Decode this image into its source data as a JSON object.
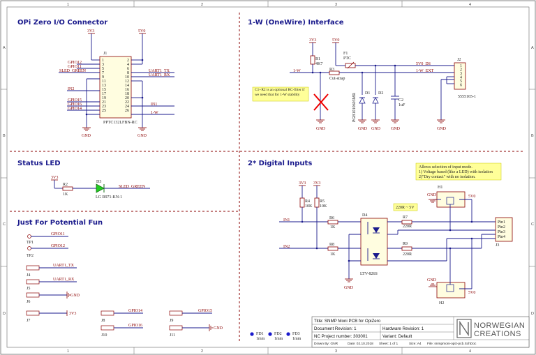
{
  "frame": {
    "cols": [
      "1",
      "2",
      "3",
      "4"
    ],
    "rows": [
      "A",
      "B",
      "C",
      "D"
    ]
  },
  "sections": {
    "opi_title": "OPi Zero I/O Connector",
    "onewire_title": "1-W (OneWire) Interface",
    "status_title": "Status LED",
    "digital_title": "2* Digital Inputs",
    "fun_title": "Just For Potential Fun"
  },
  "opi": {
    "pwr_3v3": "3V3",
    "pwr_5v0": "5V0",
    "ref": "J1",
    "part": "PPTC132LFBN-RC",
    "gnd1": "GND",
    "gnd2": "GND",
    "pins_left": [
      "1",
      "3",
      "5",
      "7",
      "9",
      "11",
      "13",
      "15",
      "17",
      "19",
      "21",
      "23",
      "25"
    ],
    "pins_right": [
      "2",
      "4",
      "6",
      "8",
      "10",
      "12",
      "14",
      "16",
      "18",
      "20",
      "22",
      "24",
      "26"
    ],
    "nets_left": [
      "GPIO12",
      "GPIO11",
      "SLED_GREEN",
      "IN2",
      "GPIO15",
      "GPIO16",
      "GPIO14"
    ],
    "nets_right": [
      "UART1_TX",
      "UART1_RX",
      "IN1",
      "1-W"
    ]
  },
  "onewire": {
    "pwr_3v3": "3V3",
    "pwr_5v0": "5V0",
    "r1_ref": "R1",
    "r1_val": "4K7",
    "f1_ref": "F1",
    "f1_val": "PTC",
    "r3_ref": "R3",
    "r3_val": "Cut-strap",
    "d1_ref": "D1",
    "d1_part": "PGB1010603MR",
    "d2_ref": "D2",
    "c2_ref": "C2",
    "c2_val": "1uF",
    "j2_ref": "J2",
    "j2_part": "5555165-1",
    "net_1w": "1-W",
    "net_5v0ds": "5V0_DS",
    "net_1wext": "1-W_EXT",
    "note": "C1+R2 is an optional RC-filter if we need that for 1-W stability",
    "gnds": [
      "GND",
      "GND",
      "GND",
      "GND",
      "GND"
    ],
    "j2_pins": [
      "1",
      "2",
      "3",
      "4",
      "5",
      "6"
    ]
  },
  "status": {
    "pwr_3v3": "3V3",
    "r2_ref": "R2",
    "r2_val": "1K",
    "d3_ref": "D3",
    "d3_part": "LG R971-KN-1",
    "net": "SLED_GREEN"
  },
  "fun": {
    "tp1_net": "GPIO11",
    "tp1": "TP1",
    "tp2_net": "GPIO12",
    "tp2": "TP2",
    "j4_net": "UART1_TX",
    "j4": "J4",
    "j5_net": "UART1_RX",
    "j5": "J5",
    "j6_net": "GND",
    "j6": "J6",
    "j7_net": "3V3",
    "j7": "J7",
    "j8_net": "GPIO14",
    "j8": "J8",
    "j10_net": "GPIO16",
    "j10": "J10",
    "j9_net": "GPIO15",
    "j9": "J9",
    "j11_net": "GND",
    "j11": "J11"
  },
  "digital": {
    "pwr_a": "3V3",
    "pwr_b": "3V3",
    "r4_ref": "R4",
    "r4_val": "10K",
    "r5_ref": "R5",
    "r5_val": "10K",
    "r6_ref": "R6",
    "r6_val": "1K",
    "r8_ref": "R8",
    "r8_val": "1K",
    "r7_ref": "R7",
    "r7_val": "220R",
    "r9_ref": "R9",
    "r9_val": "220R",
    "d4_ref": "D4",
    "d4_part": "LTV-826S",
    "in1": "IN1",
    "in2": "IN2",
    "gnd": "GND",
    "note_small": "220R ~ 5V",
    "note_big": [
      "Allows selection of input mode.",
      "1) Voltage based (like a LED) with isolation",
      "2)\"Dry contact\" with no isolation."
    ],
    "h1": "H1",
    "h2": "H2",
    "h_gnd1": "GND",
    "h_gnd2": "GND",
    "h_5v0a": "5V0",
    "h_5v0b": "5V0",
    "j3_ref": "J3",
    "j3_pins": [
      "Pin1",
      "Pin2",
      "Pin3",
      "Pin4"
    ]
  },
  "fiducials": [
    {
      "ref": "FD1",
      "size": "1mm"
    },
    {
      "ref": "FD2",
      "size": "1mm"
    },
    {
      "ref": "FD3",
      "size": "1mm"
    }
  ],
  "titleblock": {
    "title": "Title:  SNMP Moni PCB for OpiZero",
    "doc_rev": "Document Revision:  1",
    "hw_rev": "Hardware Revision:  1",
    "project": "NC Project number:  303001",
    "variant": "Variant:  Default",
    "drawn": "Drawn By:  GNR",
    "date": "Date:  02.10.2018",
    "sheet": "Sheet:  1  of  1",
    "size": "Size:  A4",
    "file": "File: snmpmoni-opiz-pcb.SchDoc",
    "logo_line1": "NORWEGIAN",
    "logo_line2": "CREATIONS"
  }
}
